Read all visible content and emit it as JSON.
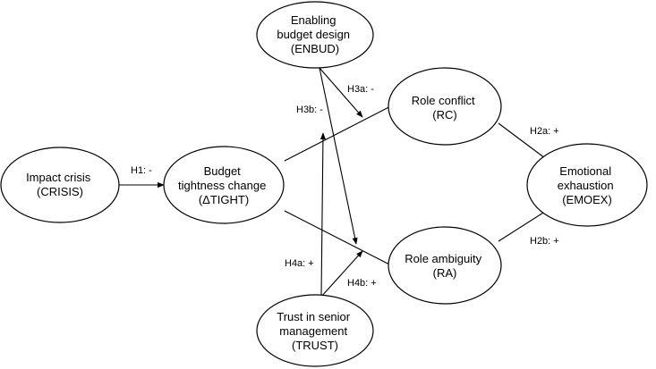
{
  "nodes": {
    "crisis": {
      "lines": [
        "Impact crisis",
        "(CRISIS)"
      ]
    },
    "tight": {
      "lines": [
        "Budget",
        "tightness change",
        "(ΔTIGHT)"
      ]
    },
    "enbud": {
      "lines": [
        "Enabling",
        "budget design",
        "(ENBUD)"
      ]
    },
    "rc": {
      "lines": [
        "Role conflict",
        "(RC)"
      ]
    },
    "ra": {
      "lines": [
        "Role ambiguity",
        "(RA)"
      ]
    },
    "emoex": {
      "lines": [
        "Emotional",
        "exhaustion",
        "(EMOEX)"
      ]
    },
    "trust": {
      "lines": [
        "Trust in senior",
        "management",
        "(TRUST)"
      ]
    }
  },
  "hypotheses": {
    "h1": "H1: -",
    "h2a": "H2a: +",
    "h2b": "H2b: +",
    "h3a": "H3a: -",
    "h3b": "H3b: -",
    "h4a": "H4a: +",
    "h4b": "H4b: +"
  }
}
